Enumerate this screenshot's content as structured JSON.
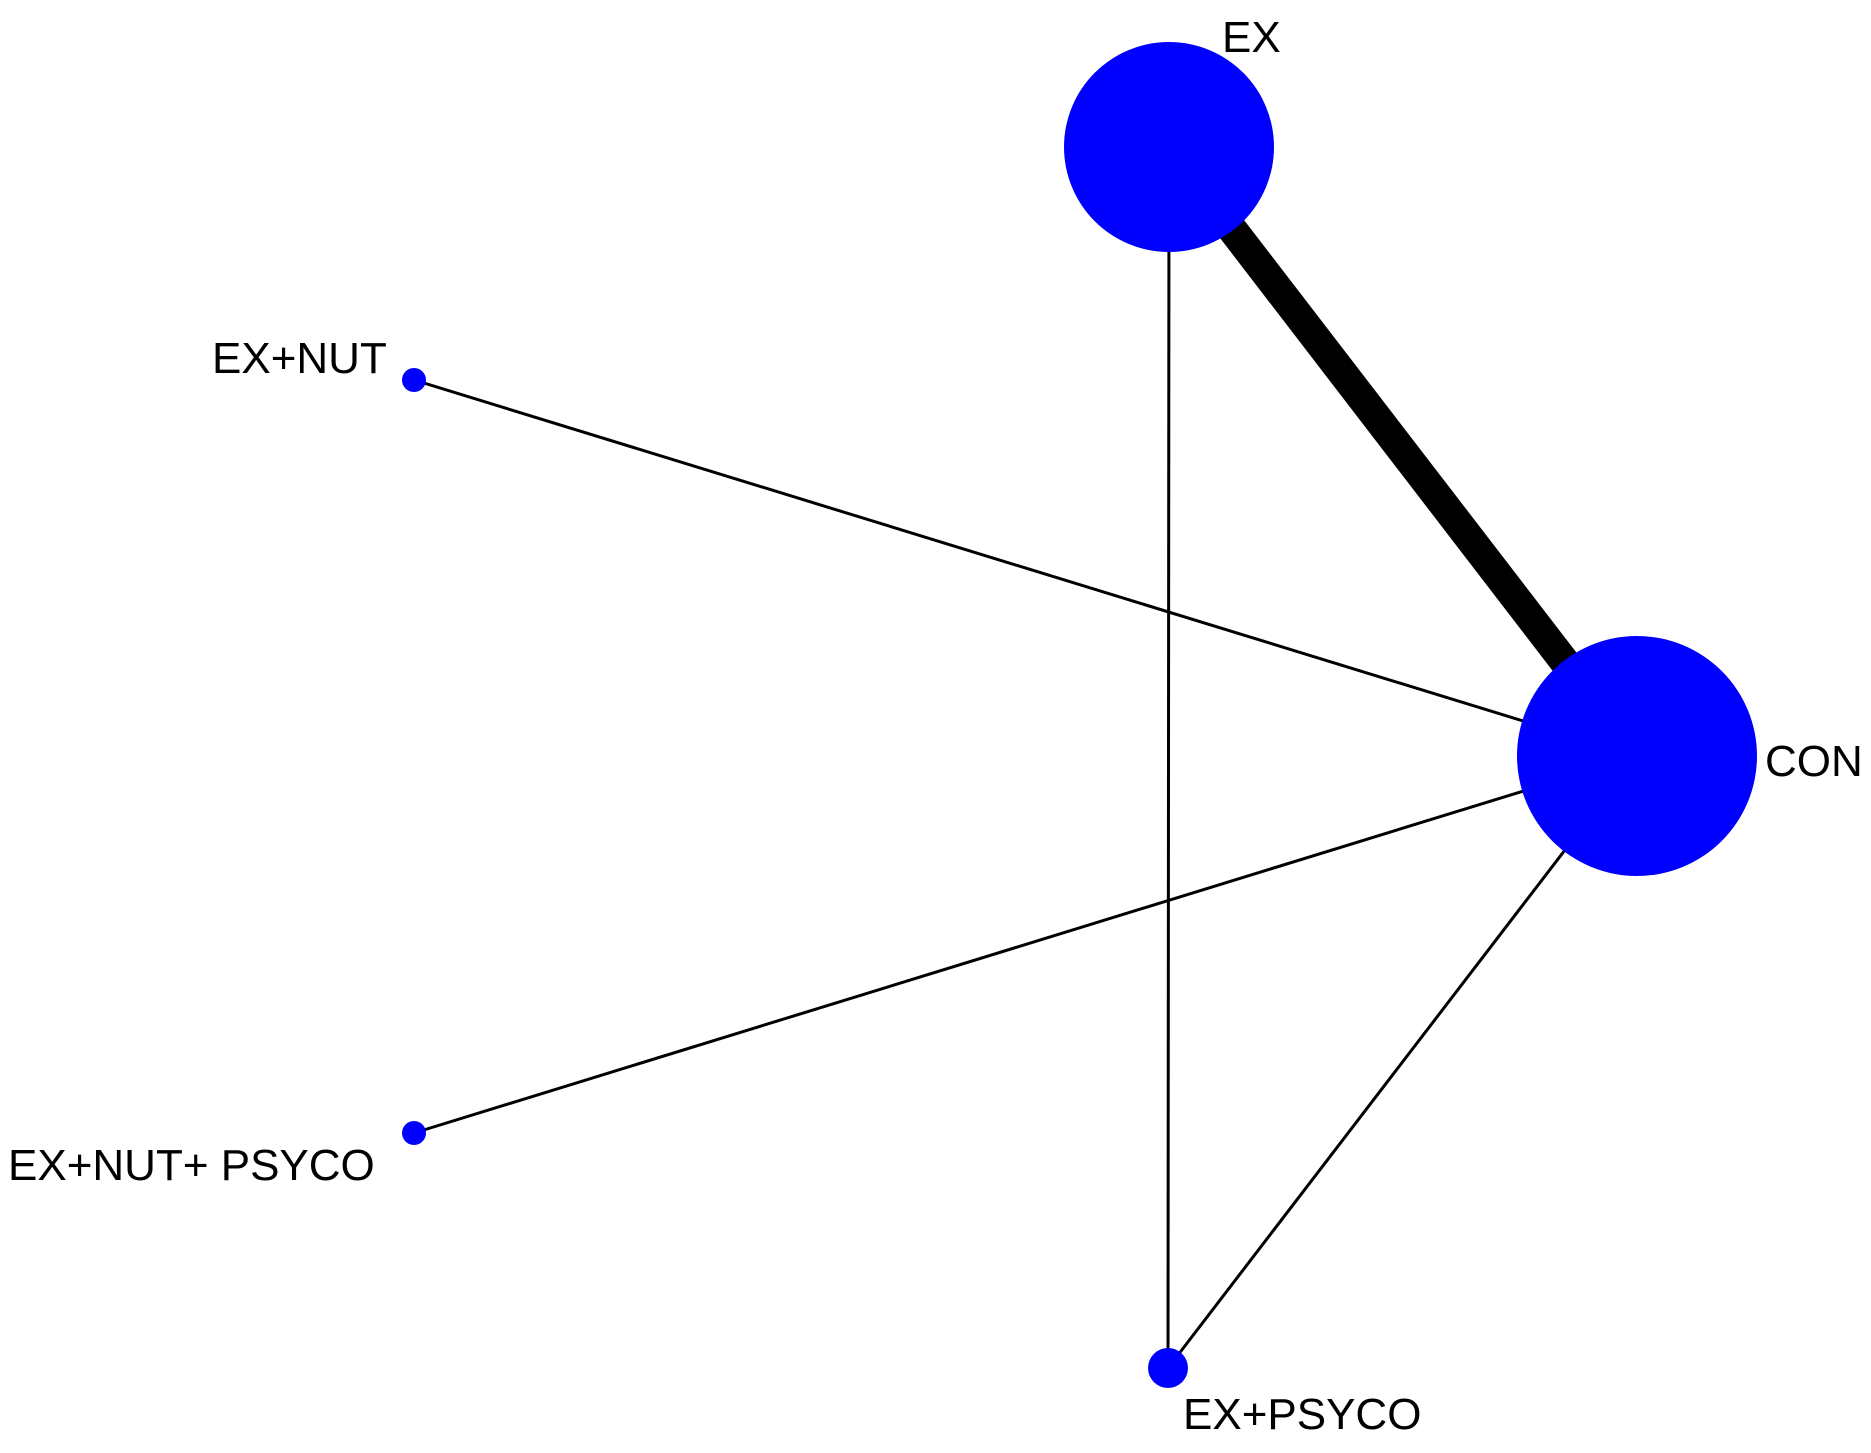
{
  "network": {
    "node_color": "#0000FF",
    "edge_color": "#000000",
    "background": "#FFFFFF",
    "nodes": [
      {
        "id": "EX",
        "label": "EX",
        "size": "large"
      },
      {
        "id": "CON",
        "label": "CON",
        "size": "large"
      },
      {
        "id": "EX+NUT",
        "label": "EX+NUT",
        "size": "small"
      },
      {
        "id": "EX+NUT+PSYCO",
        "label": "EX+NUT+ PSYCO",
        "size": "small"
      },
      {
        "id": "EX+PSYCO",
        "label": "EX+PSYCO",
        "size": "small"
      }
    ],
    "edges": [
      {
        "from": "EX",
        "to": "CON",
        "weight": "thick"
      },
      {
        "from": "EX",
        "to": "EX+PSYCO",
        "weight": "thin"
      },
      {
        "from": "EX+NUT",
        "to": "CON",
        "weight": "thin"
      },
      {
        "from": "EX+NUT+PSYCO",
        "to": "CON",
        "weight": "thin"
      },
      {
        "from": "EX+PSYCO",
        "to": "CON",
        "weight": "thin"
      }
    ]
  }
}
